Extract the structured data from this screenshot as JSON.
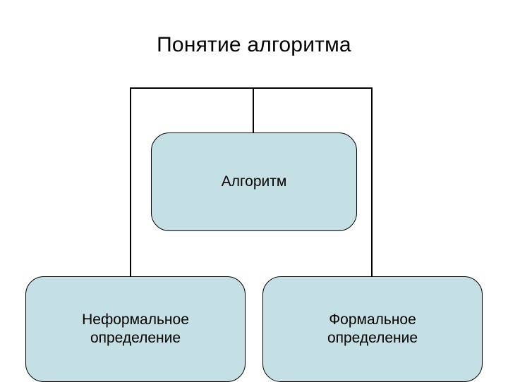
{
  "slide": {
    "title": "Понятие алгоритма",
    "background_color": "#ffffff",
    "node_fill_color": "#c5e0e4",
    "line_color": "#000000"
  },
  "diagram": {
    "type": "tree",
    "nodes": [
      {
        "id": "root",
        "label": "Алгоритм"
      },
      {
        "id": "informal",
        "label": "Неформальное\nопределение"
      },
      {
        "id": "formal",
        "label": "Формальное\nопределение"
      }
    ],
    "edges": [
      {
        "from": "root",
        "to": "informal"
      },
      {
        "from": "root",
        "to": "formal"
      }
    ]
  }
}
